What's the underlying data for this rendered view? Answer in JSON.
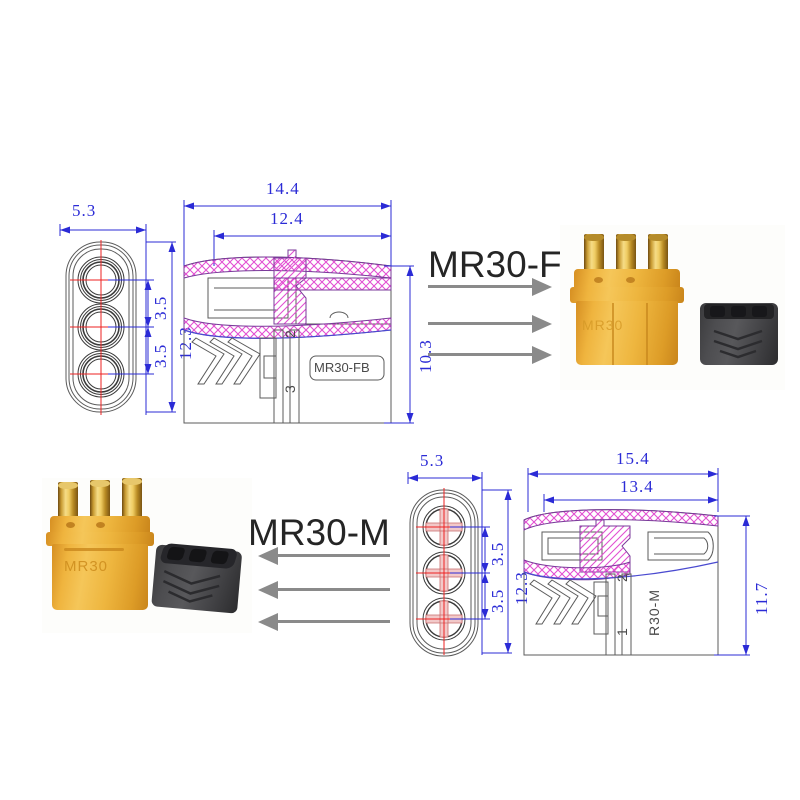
{
  "page": {
    "background": "#ffffff",
    "dimension_color": "#2b2bd6",
    "centerline_color": "#ee2222",
    "hatch_color": "#e24fd2",
    "outline_color": "#555555",
    "arrow_color": "#8a8a8a",
    "label_color": "#252525",
    "body_color": "#efb43e",
    "pin_color": "#d8b256",
    "cap_color": "#45454a"
  },
  "female_section": {
    "product_label": "MR30-F",
    "front_view": {
      "width_dim": "5.3",
      "pitch_dim_1": "3.5",
      "pitch_dim_2": "3.5",
      "height_dim": "12.3"
    },
    "side_view": {
      "overall_length_dim": "14.4",
      "inner_length_dim": "12.4",
      "height_dim": "10.3",
      "part_marking": "MR30-FB",
      "pin_number_upper": "2",
      "pin_number_lower": "3"
    },
    "arrows": [
      {
        "direction": "right"
      },
      {
        "direction": "right"
      },
      {
        "direction": "right"
      }
    ],
    "photo": {
      "connector_alt": "yellow three-pin female connector body with gold sockets",
      "cap_alt": "black rubber protective cap",
      "embossed_text": "MR30"
    }
  },
  "male_section": {
    "product_label": "MR30-M",
    "front_view": {
      "width_dim": "5.3",
      "pitch_dim_1": "3.5",
      "pitch_dim_2": "3.5",
      "height_dim": "12.3"
    },
    "side_view": {
      "overall_length_dim": "15.4",
      "inner_length_dim": "13.4",
      "height_dim": "11.7",
      "part_marking": "R30-M",
      "pin_number_upper": "2",
      "pin_number_lower": "1"
    },
    "arrows": [
      {
        "direction": "left"
      },
      {
        "direction": "left"
      },
      {
        "direction": "left"
      }
    ],
    "photo": {
      "connector_alt": "yellow three-pin male connector body with gold bullet pins",
      "cap_alt": "black rubber protective cap",
      "embossed_text": "MR30"
    }
  }
}
